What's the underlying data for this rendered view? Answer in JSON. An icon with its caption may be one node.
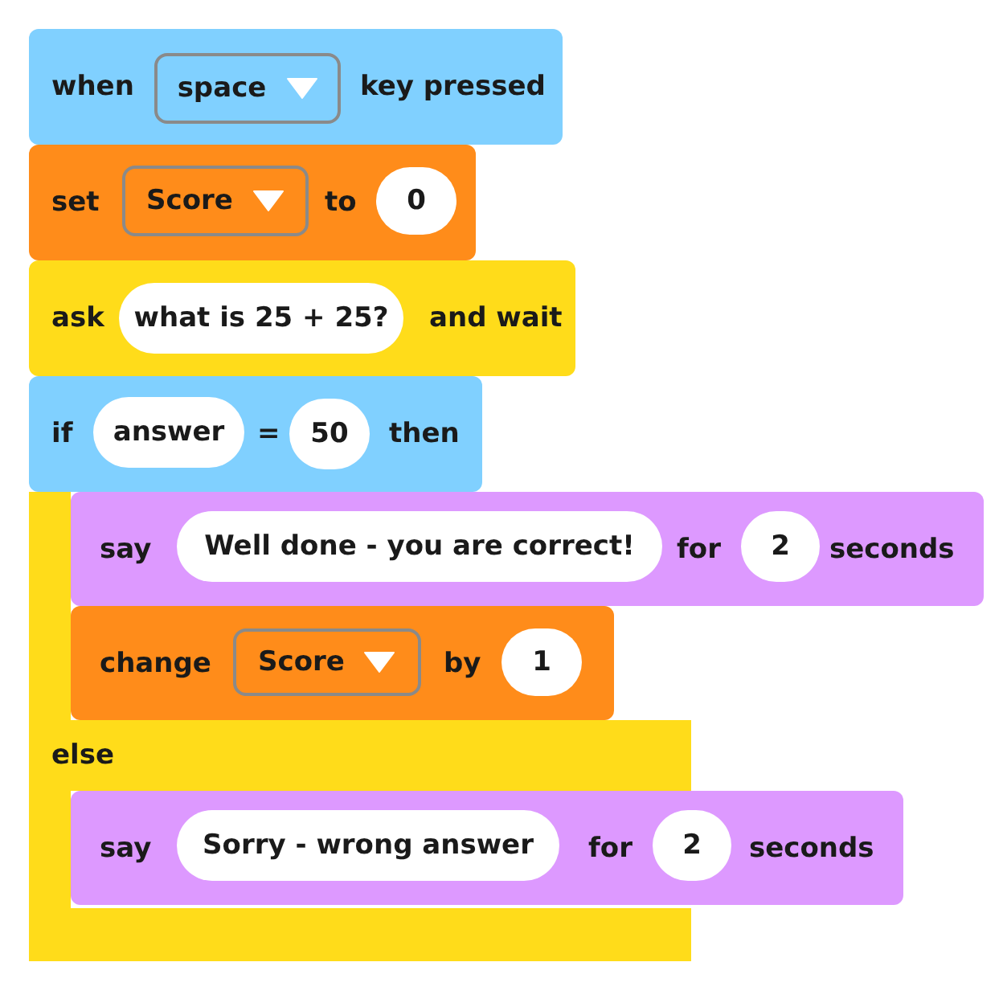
{
  "diagram": {
    "nodes": [
      {
        "text": [
          "when",
          "key pressed"
        ]
      },
      {
        "text": [
          "space"
        ],
        "in": 0
      },
      {
        "text": [
          "set",
          "to"
        ]
      },
      {
        "text": [
          "Score"
        ],
        "in": 2
      },
      {
        "text": [
          "0"
        ],
        "in": 2
      },
      {
        "text": [
          "ask",
          "and wait"
        ]
      },
      {
        "text": [
          "what is 25 + 25?"
        ],
        "in": 5
      },
      {
        "text": [
          "if",
          "=",
          "then"
        ]
      },
      {
        "text": [
          "answer"
        ],
        "in": 7
      },
      {
        "text": [
          "50"
        ],
        "in": 7
      },
      {
        "text": [
          "else"
        ]
      },
      {
        "text": [
          "say",
          "for",
          "seconds"
        ]
      },
      {
        "text": [
          "Well done - you are correct!"
        ],
        "in": 11
      },
      {
        "text": [
          "2"
        ],
        "in": 11
      },
      {
        "text": [
          "change",
          "by"
        ],
        "in": 10
      },
      {
        "text": [
          "Score"
        ],
        "in": 14
      },
      {
        "text": [
          "1"
        ],
        "in": 14
      },
      {
        "text": [
          "say",
          "for",
          "seconds"
        ]
      },
      {
        "text": [
          "Sorry - wrong answer"
        ],
        "in": 17
      },
      {
        "text": [
          "2"
        ],
        "in": 17
      }
    ],
    "edges": []
  }
}
